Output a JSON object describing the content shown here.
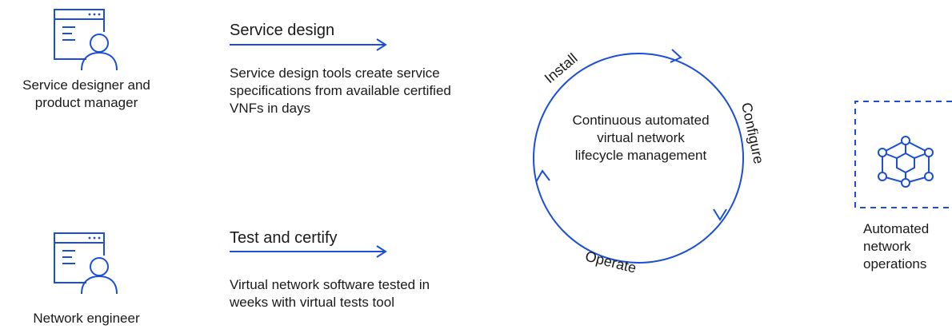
{
  "colors": {
    "accent": "#1a4fd6",
    "text": "#1a1a1a",
    "background": "#ffffff"
  },
  "personas": [
    {
      "name": "Service designer and product manager",
      "icon": "designer-person-icon"
    },
    {
      "name": "Network engineer",
      "icon": "engineer-person-icon"
    }
  ],
  "steps": [
    {
      "title": "Service design",
      "description": "Service design tools create service specifications from available certified VNFs in days"
    },
    {
      "title": "Test and certify",
      "description": "Virtual network software tested in weeks with virtual tests tool"
    }
  ],
  "lifecycle": {
    "center": "Continuous automated virtual network lifecycle management",
    "phases": [
      "Install",
      "Configure",
      "Operate"
    ]
  },
  "operations": {
    "label": "Automated network operations",
    "icon": "network-hexagon-icon"
  }
}
